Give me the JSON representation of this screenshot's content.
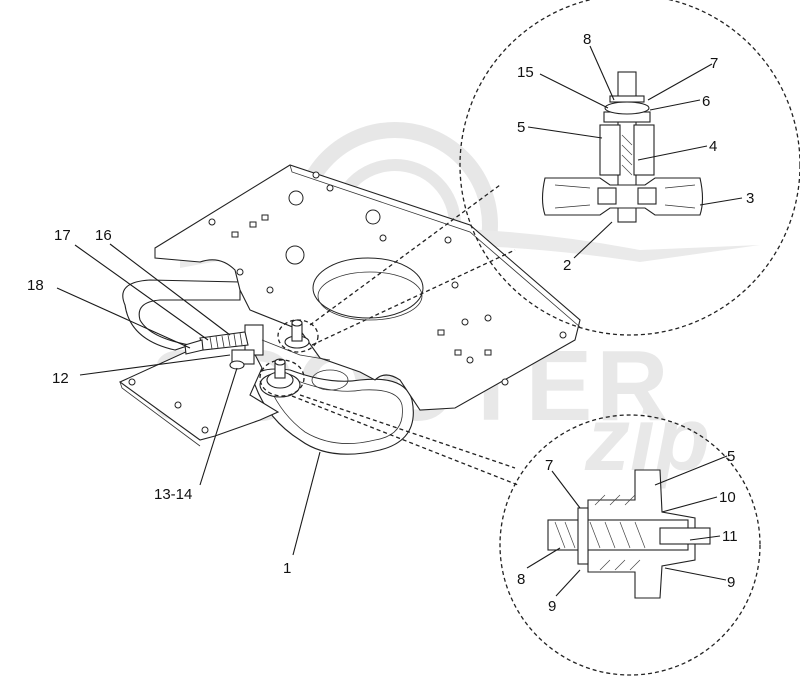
{
  "watermark": {
    "text": "SCOOTER",
    "script": "zip"
  },
  "labels": {
    "l1": "1",
    "l2": "2",
    "l3": "3",
    "l4": "4",
    "l5a": "5",
    "l5b": "5",
    "l6": "6",
    "l7a": "7",
    "l7b": "7",
    "l8a": "8",
    "l8b": "8",
    "l9a": "9",
    "l9b": "9",
    "l10": "10",
    "l11": "11",
    "l12": "12",
    "l1314": "13-14",
    "l15": "15",
    "l16": "16",
    "l17": "17",
    "l18": "18"
  },
  "colors": {
    "line": "#1a1a1a",
    "watermark": "#dddddd"
  }
}
